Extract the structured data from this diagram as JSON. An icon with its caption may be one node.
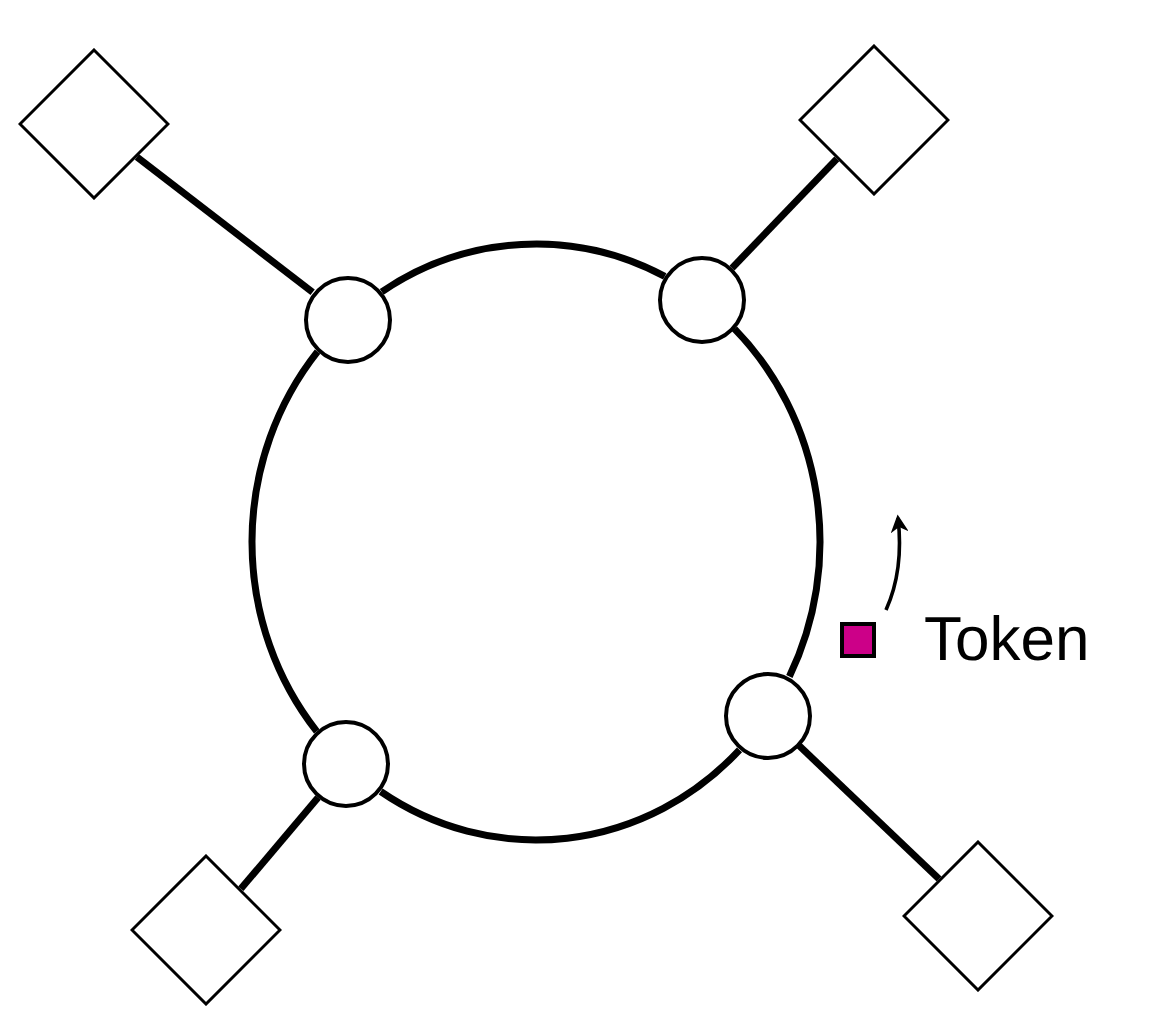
{
  "diagram": {
    "nodes": [
      {
        "text": [],
        "shape": "diamond"
      },
      {
        "text": [],
        "shape": "diamond"
      },
      {
        "text": [],
        "shape": "circle"
      },
      {
        "text": [],
        "shape": "circle"
      },
      {
        "text": [
          "Token"
        ]
      },
      {
        "text": [],
        "shape": "circle"
      },
      {
        "text": [],
        "shape": "circle"
      },
      {
        "text": [],
        "shape": "diamond"
      },
      {
        "text": [],
        "shape": "diamond"
      }
    ],
    "edges": [
      {
        "from": 0,
        "to": 2,
        "arrow": "none"
      },
      {
        "from": 1,
        "to": 3,
        "arrow": "none"
      },
      {
        "from": 5,
        "to": 7,
        "arrow": "none"
      },
      {
        "from": 6,
        "to": 8,
        "arrow": "none"
      },
      {
        "from": 2,
        "to": 3,
        "arrow": "none"
      },
      {
        "from": 3,
        "to": 6,
        "arrow": "none"
      },
      {
        "from": 6,
        "to": 5,
        "arrow": "none"
      },
      {
        "from": 5,
        "to": 2,
        "arrow": "none"
      }
    ]
  }
}
